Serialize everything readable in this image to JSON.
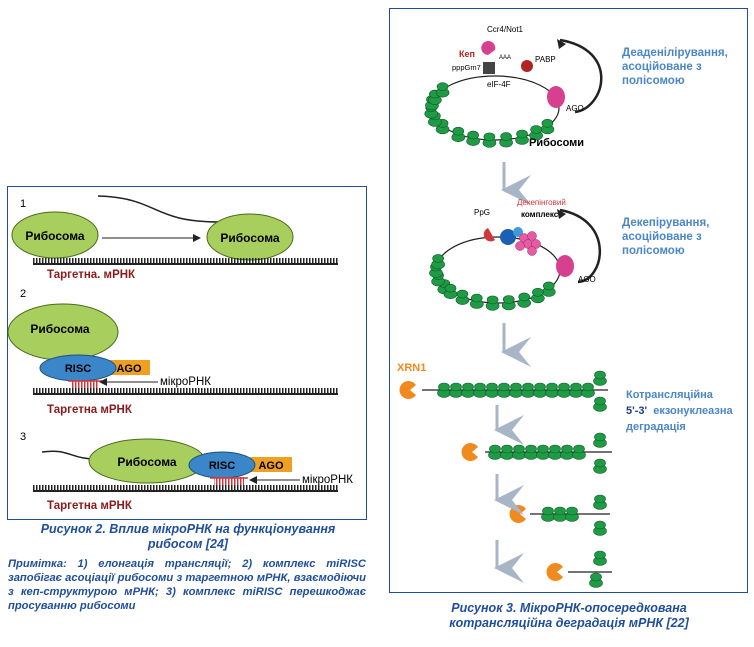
{
  "figure2": {
    "step1": "1",
    "step2": "2",
    "step3": "3",
    "ribosome": "Рибосома",
    "target_mrna_1": "Таргетна. мРНК",
    "target_mrna": "Таргетна мРНК",
    "risc": "RISC",
    "ago": "AGO",
    "microrna": "мікроРНК",
    "caption": "Рисунок 2. Вплив мікроРНК на функціонування рибосом [24]",
    "note": "Примітка: 1) елонгація трансляції; 2) комплекс miRISC запобігає асоціації рибосоми з таргетною мРНК, взаємодіючи з кеп-структурою мРНК; 3) комплекс miRISC перешкоджає просуванню рибосоми"
  },
  "figure3": {
    "ccr4": "Ccr4/Not1",
    "cap": "Кеп",
    "pppgm7": "pppGm7",
    "aaa": "AAA",
    "pabp": "PABP",
    "eif4f": "eIF-4F",
    "ago": "AGO",
    "ribosomes": "Рибосоми",
    "deadenylation": "Деаденілірування, асоційоване з полісомою",
    "ppg": "PpG",
    "decapping_complex_1": "Декепінговий",
    "decapping_complex_2": "комплекс",
    "decapping": "Декепірування, асоційоване з полісомою",
    "xrn1": "XRN1",
    "cotrans_1": "Котрансляційна",
    "cotrans_2a": "5'-3'",
    "cotrans_2b": "екзонуклеазна",
    "cotrans_3": "деградація",
    "caption": "Рисунок 3. МікроРНК-опосередкована котрансляційна деградація мРНК [22]"
  },
  "colors": {
    "frame": "#1f4e9c",
    "ribosome": "#a8cf5d",
    "risc": "#3a86c8",
    "ago": "#f0a020",
    "target_red": "#8b1a1a",
    "green_bead": "#1f9a45",
    "label_blue": "#4a86c8",
    "xrn1": "#f08a1e",
    "arrow_grey": "#a7b5c6",
    "ago_magenta": "#d6408e"
  }
}
